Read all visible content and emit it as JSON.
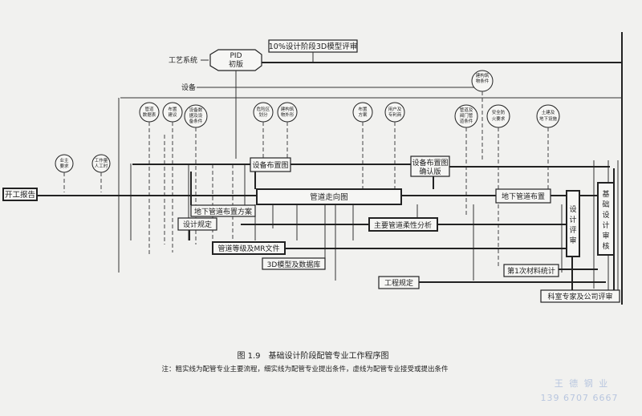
{
  "diagram": {
    "title": "10%设计阶段3D模型评审",
    "process_system": "工艺系统",
    "pid": [
      "PID",
      "初版"
    ],
    "equipment": "设备",
    "start_report": "开工报告",
    "equipment_layout": "设备布置图",
    "equipment_layout_approved": [
      "设备布置图",
      "确认版"
    ],
    "piping_routing": "管道走向图",
    "underground_plan": "地下管道布置方案",
    "underground_layout": "地下管道布置",
    "design_rules": "设计规定",
    "stress_analysis": "主要管道柔性分析",
    "pipe_class_mr": "管道等级及MR文件",
    "model_db": "3D模型及数据库",
    "first_mto": "第1次材料统计",
    "eng_rules": "工程规定",
    "design_review": [
      "设",
      "计",
      "评",
      "审"
    ],
    "basic_design_review": [
      "基",
      "础",
      "设",
      "计",
      "审",
      "核"
    ],
    "expert_review": "科室专家及公司评审",
    "inputs": {
      "owner_req": [
        "业主",
        "要求"
      ],
      "work_inst": [
        "工作量",
        "人工时"
      ],
      "soil_data": [
        "管道",
        "数据表"
      ],
      "layout_build": [
        "布置",
        "建议"
      ],
      "equip_data": [
        "设备数",
        "据及设",
        "备条件"
      ],
      "hazard_zone": [
        "危险区",
        "划分"
      ],
      "struct_bldg": [
        "建构筑",
        "物外形"
      ],
      "layout_scheme": [
        "布置",
        "方案"
      ],
      "user_req": [
        "用户及",
        "专利商"
      ],
      "pipe_cond": [
        "管道及",
        "阀门管",
        "道条件"
      ],
      "safety": [
        "安全防",
        "火要求"
      ],
      "civil": [
        "土建及",
        "地下设施"
      ],
      "struct_cond": [
        "建构筑",
        "物条件"
      ]
    }
  },
  "caption": {
    "figure": "图 1.9　基础设计阶段配管专业工作程序图",
    "note": "注：粗实线为配管专业主要流程，细实线为配管专业提出条件，虚线为配管专业接受或提出条件"
  },
  "watermark": {
    "company": "王 德 钢 业",
    "phone": "139 6707 6667"
  }
}
